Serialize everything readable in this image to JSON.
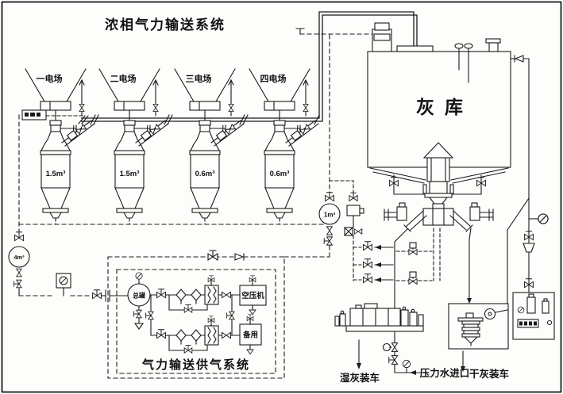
{
  "title": "浓相气力输送系统",
  "colors": {
    "ink": "#1a1a1a",
    "paper": "#fdfdfb"
  },
  "hoppers": [
    {
      "label": "一电场"
    },
    {
      "label": "二电场"
    },
    {
      "label": "三电场"
    },
    {
      "label": "四电场"
    }
  ],
  "vessels": [
    {
      "volume": "1.5m³"
    },
    {
      "volume": "1.5m³"
    },
    {
      "volume": "0.6m³"
    },
    {
      "volume": "0.6m³"
    }
  ],
  "silo": {
    "label": "灰库"
  },
  "tanks": {
    "buffer_tank": "4m³",
    "air_receiver": "1m³",
    "main_air_tank": "总罐"
  },
  "air_supply": {
    "caption": "气力输送供气系统",
    "compressor": "空压机",
    "standby": "备用"
  },
  "bottom_labels": {
    "wet_ash_loading": "湿灰装车",
    "pressure_water_inlet": "压力水进口",
    "dry_ash_loading": "干灰装车"
  }
}
